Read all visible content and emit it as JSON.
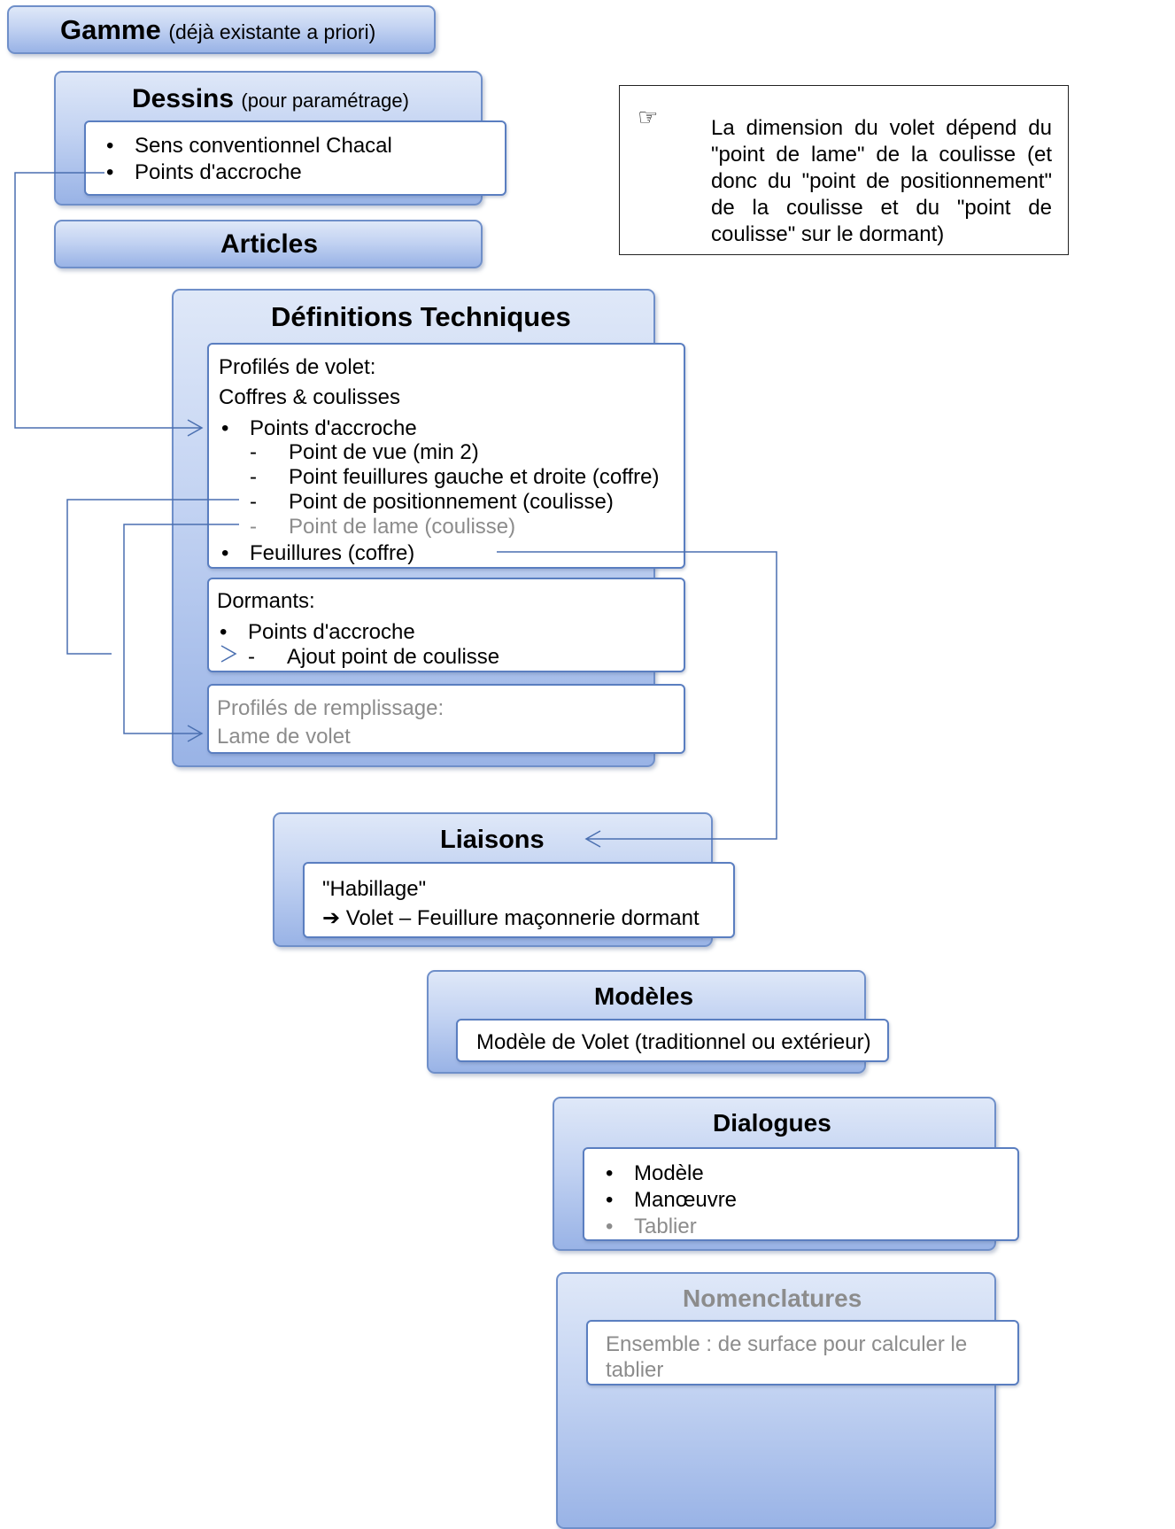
{
  "gamme": {
    "title": "Gamme",
    "subtitle": "(déjà existante a priori)"
  },
  "dessins": {
    "title": "Dessins",
    "subtitle": "(pour paramétrage)",
    "items": [
      "Sens conventionnel Chacal",
      "Points d'accroche"
    ]
  },
  "articles": {
    "title": "Articles"
  },
  "definitions": {
    "title": "Définitions Techniques",
    "profiles_volet": {
      "line1": "Profilés de volet:",
      "line2": "Coffres & coulisses",
      "bullet1": "Points d'accroche",
      "dash1": "Point de vue (min 2)",
      "dash2": "Point feuillures gauche et droite (coffre)",
      "dash3": "Point de positionnement (coulisse)",
      "dash4": "Point de lame (coulisse)",
      "bullet2": "Feuillures (coffre)"
    },
    "dormants": {
      "line1": "Dormants:",
      "bullet1": "Points d'accroche",
      "dash1": "Ajout point de coulisse"
    },
    "remplissage": {
      "line1": "Profilés de remplissage:",
      "line2": "Lame de volet"
    }
  },
  "liaisons": {
    "title": "Liaisons",
    "line1": "\"Habillage\"",
    "arrow": "➔",
    "line2": "Volet – Feuillure maçonnerie dormant"
  },
  "modeles": {
    "title": "Modèles",
    "item": "Modèle de Volet (traditionnel ou extérieur)"
  },
  "dialogues": {
    "title": "Dialogues",
    "items": [
      "Modèle",
      "Manœuvre",
      "Tablier"
    ]
  },
  "nomenclatures": {
    "title": "Nomenclatures",
    "line1": "Ensemble : de surface pour calculer le",
    "line2": "tablier"
  },
  "note": {
    "icon": "☞",
    "text": "La dimension du volet dépend du \"point de lame\" de la coulisse (et donc du \"point de positionnement\" de la coulisse et du \"point de coulisse\" sur le dormant)"
  },
  "colors": {
    "header_top": "#dfe8f8",
    "header_bottom": "#99b3e6",
    "border": "#5a7ec0",
    "connector": "#4a6fb0",
    "gray_text": "#8c8c8c"
  }
}
